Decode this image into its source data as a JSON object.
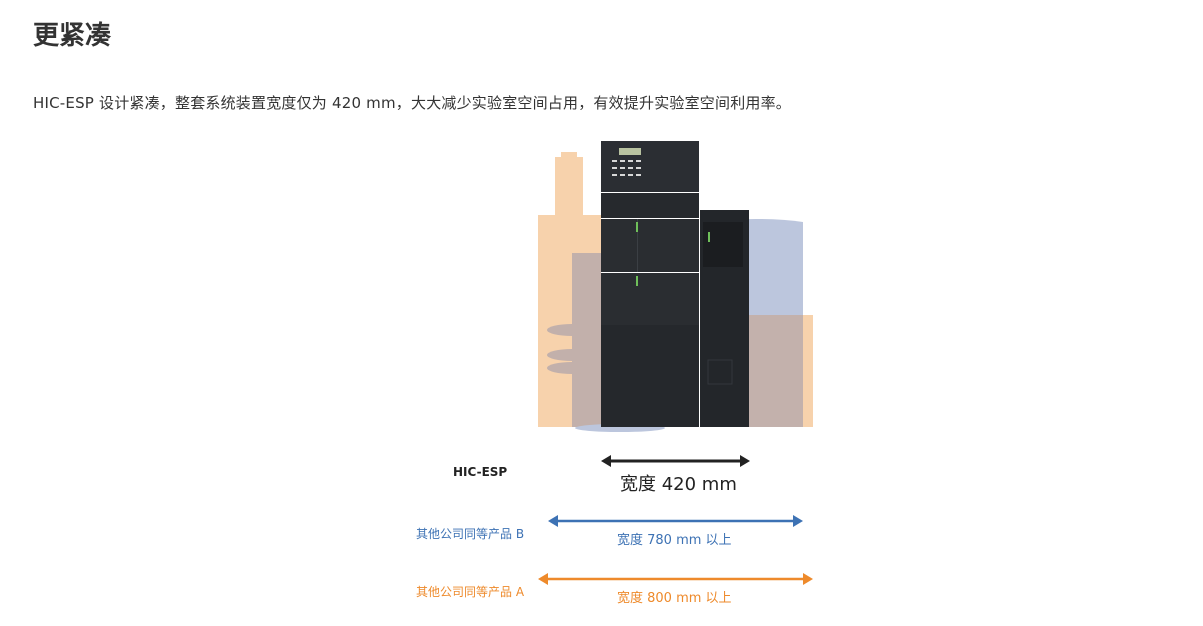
{
  "section": {
    "title": "更紧凑",
    "description": "HIC-ESP 设计紧凑，整套系统装置宽度仅为 420 mm，大大减少实验室空间占用，有效提升实验室空间利用率。"
  },
  "figure": {
    "rows": [
      {
        "product": "HIC-ESP",
        "width_label": "宽度 420 mm",
        "width_mm": 420,
        "color": "#222222"
      },
      {
        "product": "其他公司同等产品 B",
        "width_label": "宽度 780 mm 以上",
        "width_mm": 780,
        "color": "#3d72b4"
      },
      {
        "product": "其他公司同等产品 A",
        "width_label": "宽度 800 mm 以上",
        "width_mm": 800,
        "color": "#ee8a2b"
      }
    ]
  }
}
